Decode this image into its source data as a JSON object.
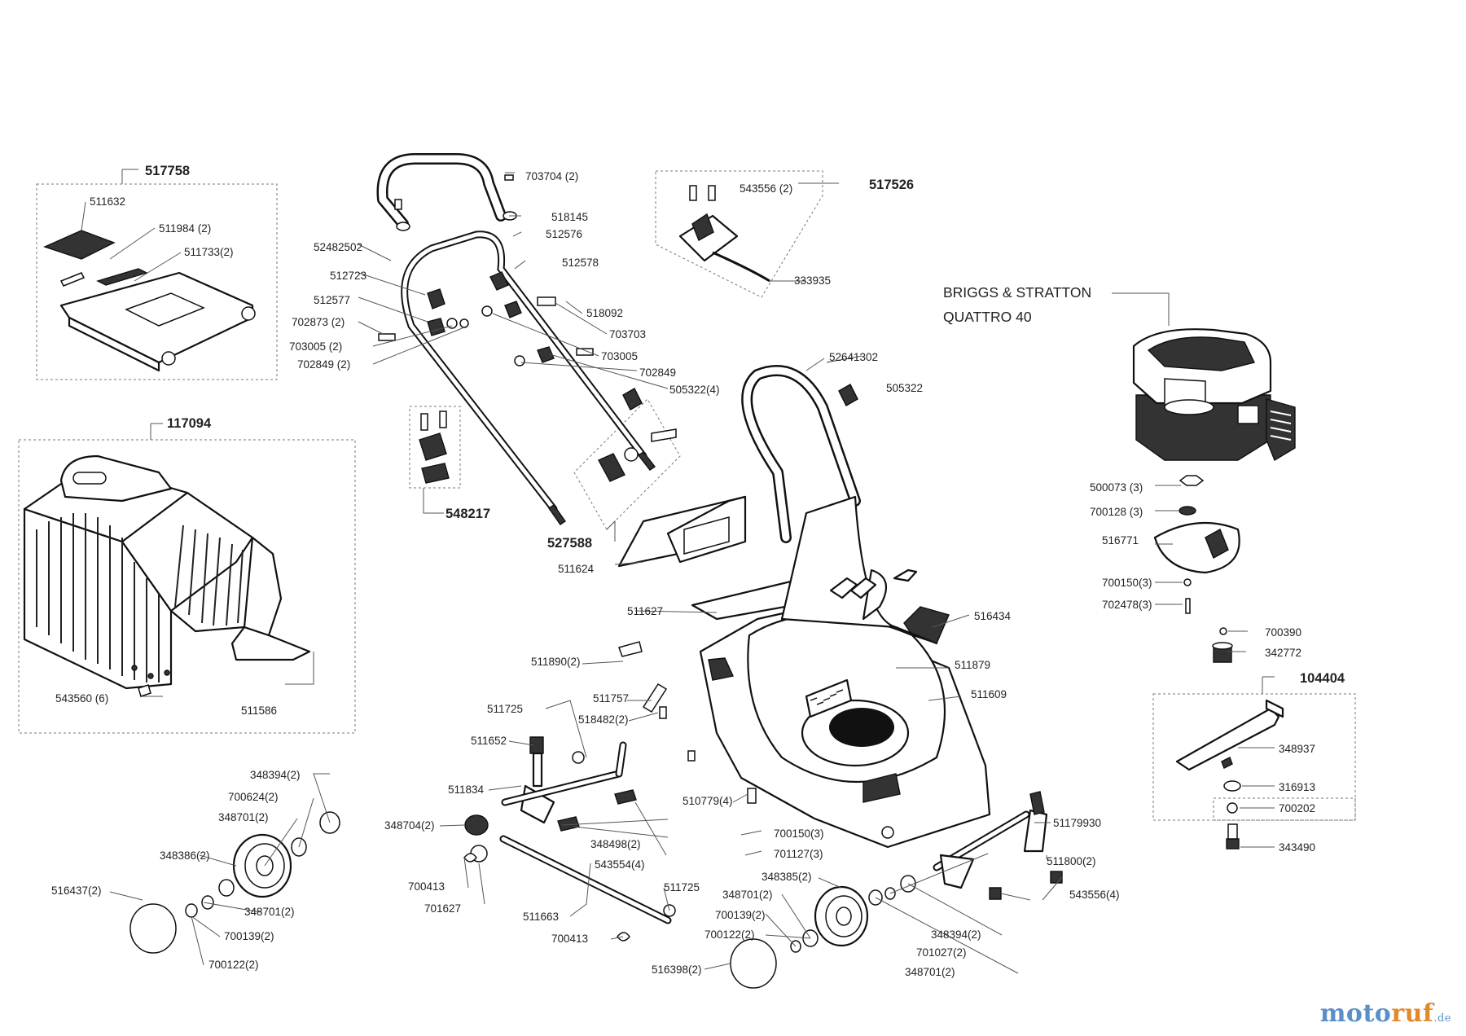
{
  "engine": {
    "line1": "BRIGGS & STRATTON",
    "line2": "QUATTRO 40"
  },
  "groups": [
    "517758",
    "117094",
    "548217",
    "527588",
    "517526",
    "104404"
  ],
  "parts": [
    "703704 (2)",
    "518145",
    "512576",
    "512578",
    "52482502",
    "512723",
    "512577",
    "702873 (2)",
    "703005 (2)",
    "702849 (2)",
    "518092",
    "703703",
    "703005",
    "702849",
    "505322(4)",
    "543556 (2)",
    "333935",
    "52641302",
    "505322",
    "511632",
    "511984 (2)",
    "511733(2)",
    "543560 (6)",
    "511586",
    "511624",
    "511627",
    "516434",
    "511879",
    "511609",
    "511890(2)",
    "511725",
    "511757",
    "518482(2)",
    "511652",
    "511834",
    "510779(4)",
    "348394(2)",
    "700624(2)",
    "348701(2)",
    "348386(2)",
    "516437(2)",
    "348701(2)",
    "700139(2)",
    "700122(2)",
    "348704(2)",
    "348498(2)",
    "543554(4)",
    "700413",
    "701627",
    "511725",
    "511663",
    "700413",
    "700150(3)",
    "701127(3)",
    "348385(2)",
    "348701(2)",
    "700139(2)",
    "700122(2)",
    "516398(2)",
    "51179930",
    "511800(2)",
    "543556(4)",
    "348394(2)",
    "701027(2)",
    "348701(2)",
    "500073 (3)",
    "700128 (3)",
    "516771",
    "700150(3)",
    "702478(3)",
    "700390",
    "342772",
    "348937",
    "316913",
    "700202",
    "343490"
  ],
  "watermark": {
    "part1": "moto",
    "part2": "ruf",
    "tld": ".de"
  }
}
